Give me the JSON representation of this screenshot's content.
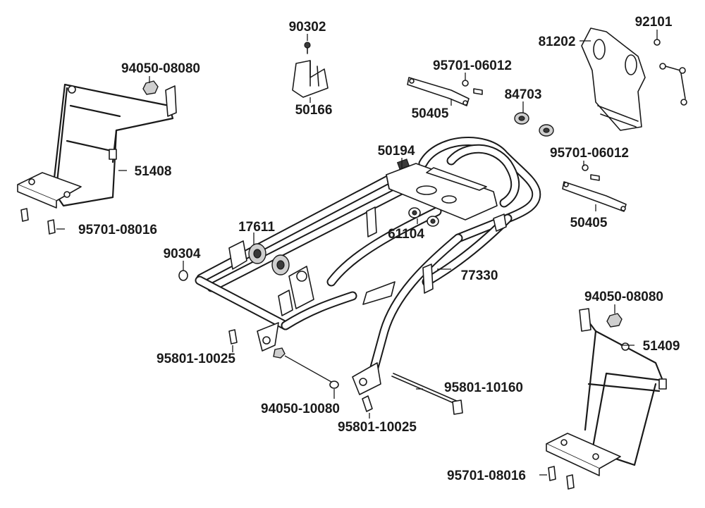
{
  "labels": {
    "p90302": "90302",
    "p50166": "50166",
    "p92101": "92101",
    "p81202": "81202",
    "p95701_06012_top": "95701-06012",
    "p50405_top": "50405",
    "p84703": "84703",
    "p94050_08080_left": "94050-08080",
    "p51408": "51408",
    "p95701_08016_left": "95701-08016",
    "p50194": "50194",
    "p95701_06012_right": "95701-06012",
    "p50405_right": "50405",
    "p17611": "17611",
    "p61104": "61104",
    "p90304": "90304",
    "p77330": "77330",
    "p94050_08080_right": "94050-08080",
    "p51409": "51409",
    "p95801_10025_left": "95801-10025",
    "p95801_10160": "95801-10160",
    "p94050_10080": "94050-10080",
    "p95801_10025_bottom": "95801-10025",
    "p95701_08016_right": "95701-08016"
  }
}
